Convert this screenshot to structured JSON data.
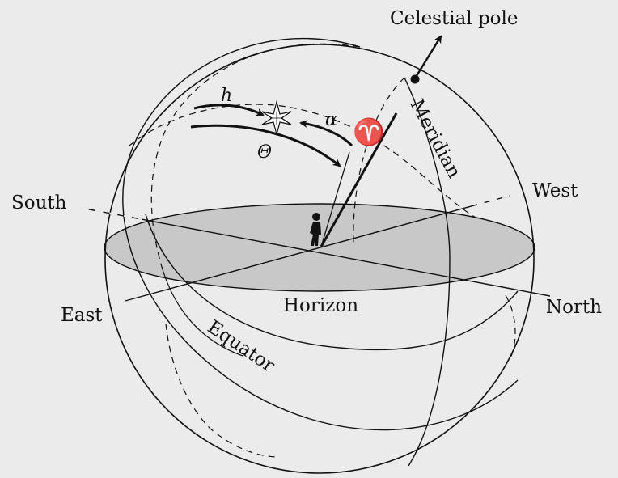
{
  "colors": {
    "background": "#ebebeb",
    "ink": "#111111",
    "horizon_fill": "#c8c8c8"
  },
  "labels": {
    "celestial_pole": "Celestial pole",
    "south": "South",
    "west": "West",
    "east": "East",
    "north": "North",
    "horizon": "Horizon",
    "meridian": "Meridian",
    "equator": "Equator",
    "hour_angle": "h",
    "right_ascension": "α",
    "sidereal_time": "Θ",
    "vernal_equinox": "♈"
  },
  "icons": {
    "star": "star-icon",
    "observer": "observer-figure-icon",
    "vernal_equinox": "aries-symbol-icon"
  }
}
